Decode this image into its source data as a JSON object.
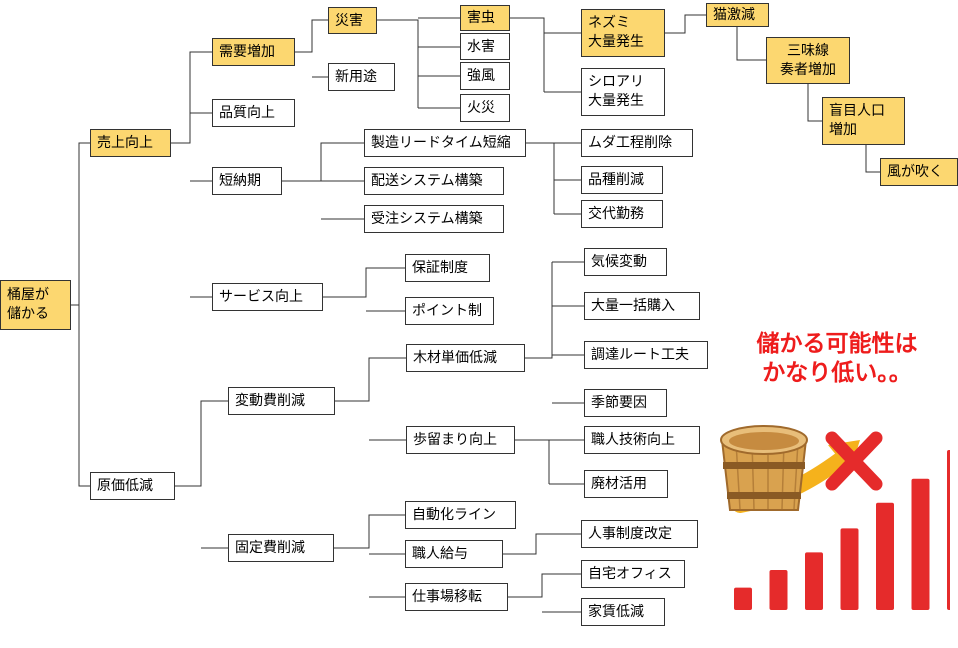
{
  "colors": {
    "highlight": "#fcd770",
    "line": "#333333",
    "accent_red": "#e52b2b",
    "arrow_yellow": "#f5b21c",
    "wood": "#d9a24f"
  },
  "nodes": {
    "root": "桶屋が\n儲かる",
    "sales": "売上向上",
    "demand": "需要増加",
    "disaster": "災害",
    "pests": "害虫",
    "rats": "ネズミ\n大量発生",
    "cats_down": "猫激減",
    "shamisen": "三味線\n奏者増加",
    "blind": "盲目人口\n増加",
    "wind": "風が吹く",
    "flood": "水害",
    "strong_wind": "強風",
    "fire": "火災",
    "termites": "シロアリ\n大量発生",
    "new_use": "新用途",
    "quality": "品質向上",
    "short_lead": "短納期",
    "mfg_lead": "製造リードタイム短縮",
    "muda": "ムダ工程削除",
    "variety": "品種削減",
    "shift": "交代勤務",
    "delivery": "配送システム構築",
    "order": "受注システム構築",
    "service": "サービス向上",
    "warranty": "保証制度",
    "points": "ポイント制",
    "cost": "原価低減",
    "variable": "変動費削減",
    "wood_price": "木材単価低減",
    "climate": "気候変動",
    "bulk": "大量一括購入",
    "route": "調達ルート工夫",
    "season": "季節要因",
    "yield": "歩留まり向上",
    "skill": "職人技術向上",
    "scrap": "廃材活用",
    "fixed": "固定費削減",
    "auto_line": "自動化ライン",
    "wages": "職人給与",
    "hr": "人事制度改定",
    "workshop": "仕事場移転",
    "home_office": "自宅オフィス",
    "rent": "家賃低減"
  },
  "caption": "儲かる可能性は\nかなり低い。。",
  "illustration": {
    "icons": [
      "wooden-tub-icon",
      "rising-arrow-icon",
      "red-x-icon",
      "bar-chart-icon"
    ],
    "bar_levels": [
      0.14,
      0.25,
      0.36,
      0.51,
      0.67,
      0.82,
      1.0
    ]
  }
}
